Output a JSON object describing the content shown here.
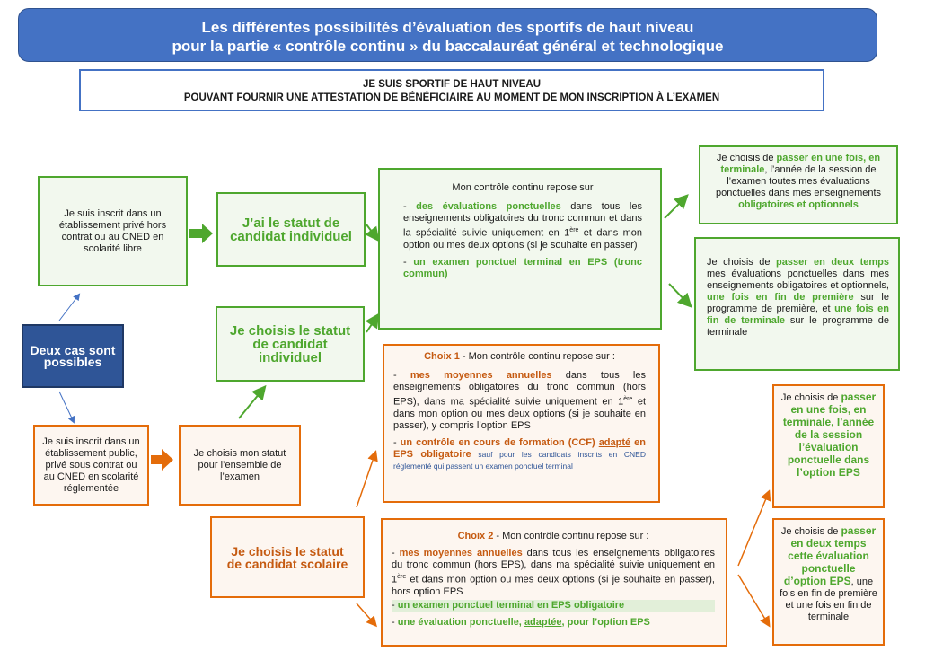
{
  "header": {
    "title_line1": "Les différentes possibilités d’évaluation des sportifs de haut niveau",
    "title_line2": "pour la partie « contrôle continu » du baccalauréat général et technologique",
    "sub_line1": "JE SUIS SPORTIF DE HAUT NIVEAU",
    "sub_line2": "POUVANT FOURNIR UNE ATTESTATION DE BÉNÉFICIAIRE AU MOMENT DE MON INSCRIPTION À L’EXAMEN"
  },
  "deux_cas": "Deux cas sont possibles",
  "prive": "Je suis inscrit dans un établissement privé hors contrat ou au CNED en scolarité libre",
  "public": "Je suis inscrit dans un établissement public, privé sous contrat ou au CNED en scolarité réglementée",
  "statut_individuel_1": "J’ai le statut de candidat individuel",
  "statut_individuel_2": "Je choisis le statut de candidat individuel",
  "choix_statut": "Je choisis mon statut pour l’ensemble de l’examen",
  "statut_scolaire": "Je choisis le statut de candidat scolaire",
  "controle_individuel": {
    "intro": "Mon contrôle continu repose sur",
    "item1_dash": "- ",
    "item1_bold": "des évaluations ponctuelles",
    "item1_text": " dans tous les enseignements obligatoires du tronc commun et dans la spécialité suivie uniquement en 1",
    "item1_sup": "ère",
    "item1_text2": " et dans mon option ou mes deux options (si je souhaite en passer)",
    "item2_dash": "- ",
    "item2_bold": "un examen ponctuel terminal en EPS (tronc commun)"
  },
  "une_fois": {
    "pre": "Je choisis de ",
    "bold1": "passer en une fois, en terminale",
    "mid": ", l’année de la session de l’examen toutes mes évaluations ponctuelles dans mes enseignements ",
    "bold2": "obligatoires et optionnels"
  },
  "deux_temps": {
    "pre": "Je choisis de ",
    "bold1": "passer en deux temps",
    "mid": " mes évaluations ponctuelles dans mes enseignements obligatoires et optionnels, ",
    "bold2": "une fois en fin de première",
    "mid2": " sur le programme de première, et ",
    "bold3": "une fois en fin de terminale",
    "end": " sur le programme de terminale"
  },
  "choix1": {
    "label": "Choix 1",
    "intro": " - Mon contrôle continu repose sur :",
    "item1_dash": "- ",
    "item1_bold": "mes moyennes annuelles",
    "item1_text": " dans tous les enseignements obligatoires du tronc commun (hors EPS), dans ma spécialité suivie uniquement en 1",
    "item1_sup": "ère",
    "item1_text2": " et dans mon option ou mes deux options (si je souhaite en passer), y compris l’option EPS",
    "item2_dash": "- ",
    "item2_bold": "un contrôle en cours de formation (CCF) ",
    "item2_u": "adapté",
    "item2_bold2": " en EPS obligatoire",
    "item2_small": " sauf pour les candidats inscrits en CNED réglementé qui passent un examen ponctuel terminal"
  },
  "choix2": {
    "label": "Choix 2",
    "intro": " - Mon contrôle continu repose sur :",
    "item1_dash": "- ",
    "item1_bold": "mes moyennes annuelles",
    "item1_text": " dans tous les enseignements obligatoires du tronc commun (hors EPS), dans ma spécialité suivie uniquement en 1",
    "item1_sup": "ère",
    "item1_text2": " et dans mon option ou mes deux options (si je souhaite en passer), hors option EPS",
    "item2_dash": "- ",
    "item2_bold": "un examen ponctuel terminal en EPS obligatoire",
    "item3_dash": "- ",
    "item3_bold": "une évaluation ponctuelle, ",
    "item3_u": "adaptée",
    "item3_bold2": ", pour l’option EPS"
  },
  "eps_une_fois": {
    "pre": "Je choisis de ",
    "bold": "passer en une fois, en terminale, l’année de la session l’évaluation ponctuelle dans l’option EPS"
  },
  "eps_deux_temps": {
    "pre": "Je choisis de ",
    "bold": "passer en deux temps cette évaluation ponctuelle d’option EPS",
    "end": ", une fois en fin de première et une fois en fin de terminale"
  },
  "colors": {
    "blue": "#4472c4",
    "green": "#4ea72e",
    "orange": "#e46c0a",
    "navy": "#2f5597"
  }
}
